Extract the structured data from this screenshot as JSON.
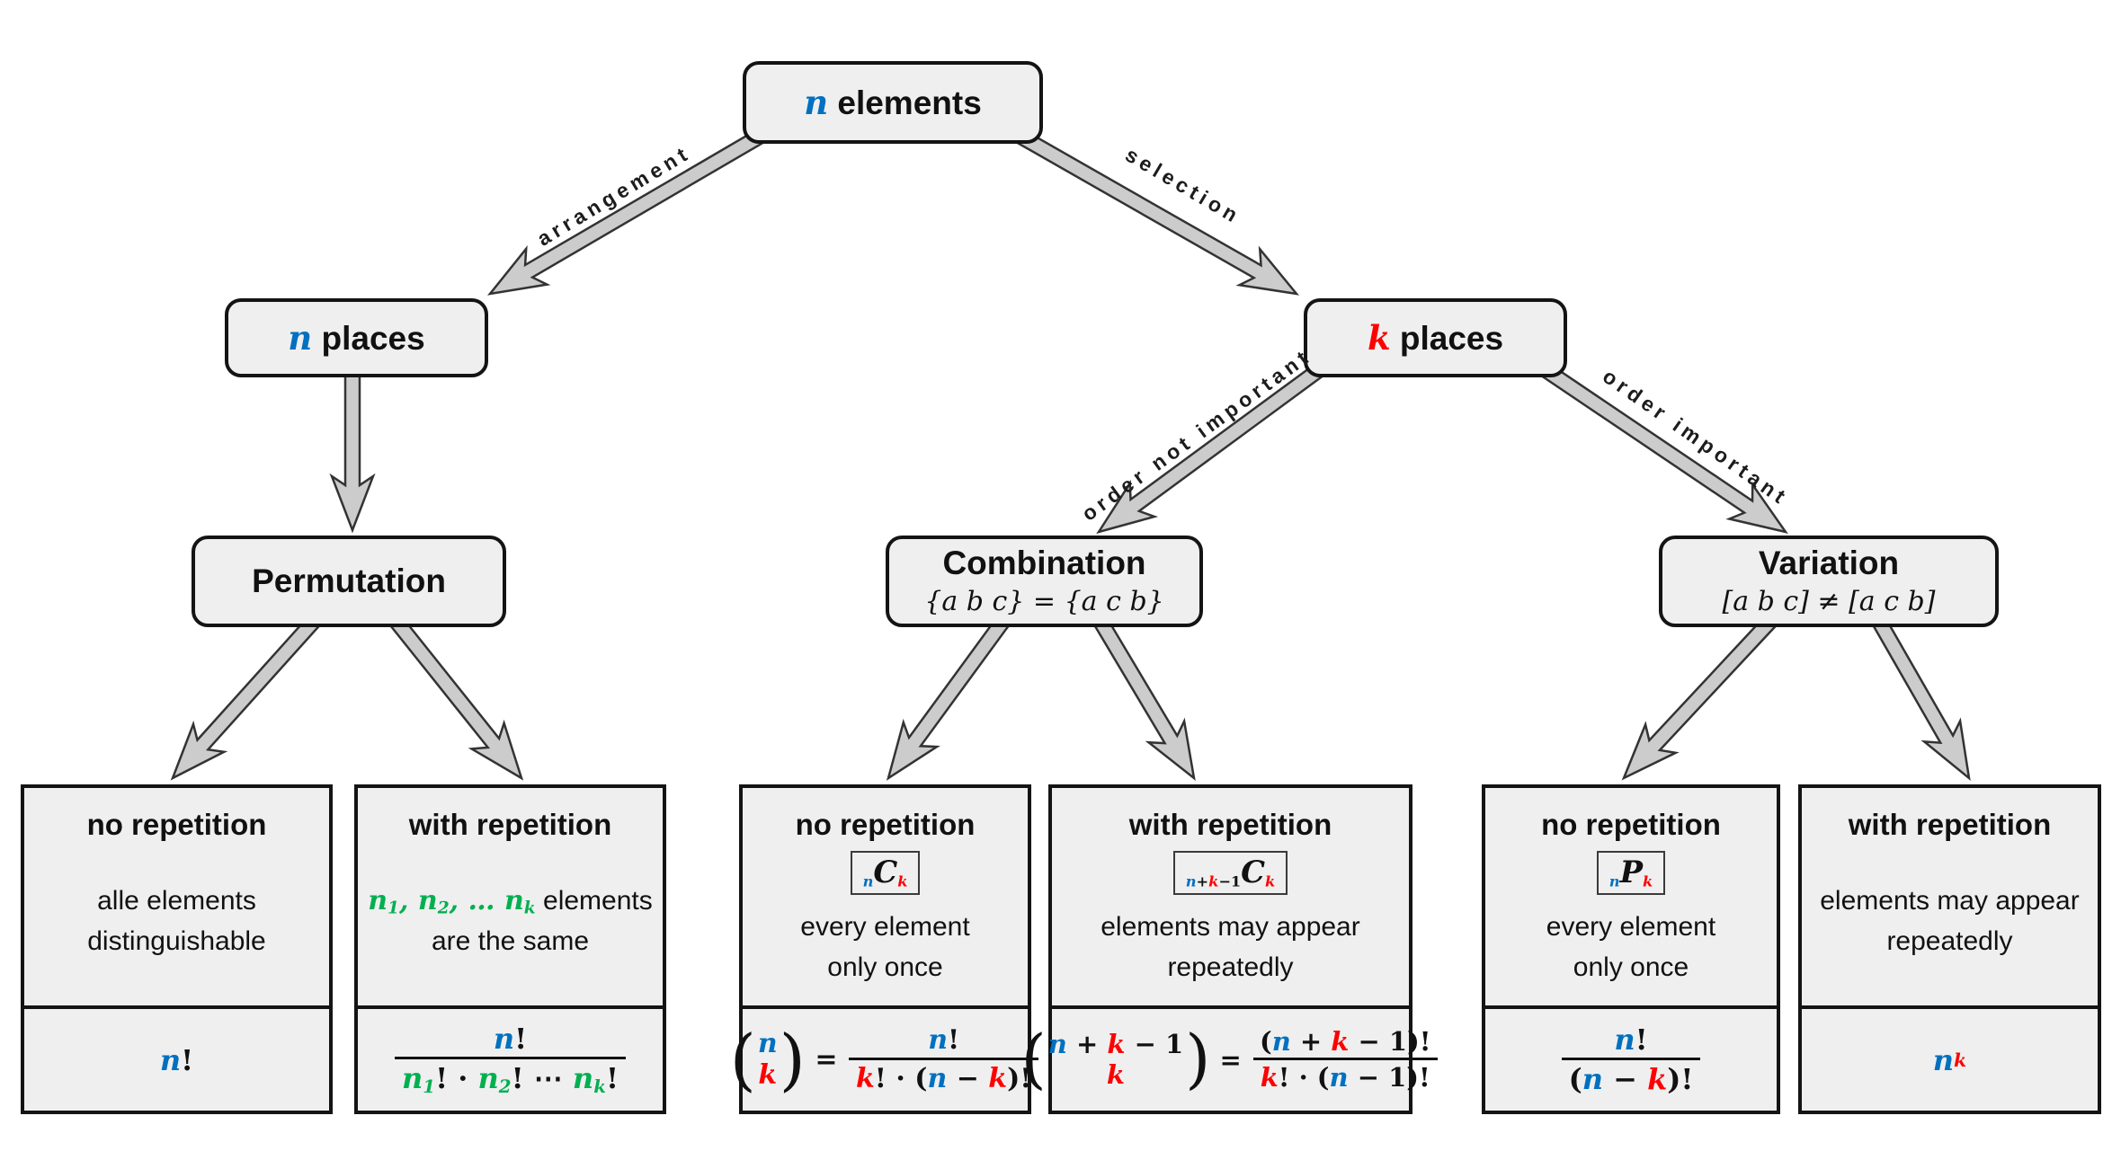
{
  "palette": {
    "blue": "#0070C0",
    "red": "#FF0000",
    "green": "#00B050",
    "box_fill": "#EFEFEF",
    "line": "#141414",
    "arrow_fill": "#CCCCCC",
    "arrow_outline": "#333333"
  },
  "nodes": {
    "n_elements": {
      "label": [
        [
          "n",
          "n"
        ],
        [
          " elements",
          "txt"
        ]
      ]
    },
    "n_places": {
      "label": [
        [
          "n",
          "n"
        ],
        [
          " places",
          "txt"
        ]
      ]
    },
    "k_places": {
      "label": [
        [
          "k",
          "k"
        ],
        [
          " places",
          "txt"
        ]
      ]
    },
    "permutation": {
      "title": "Permutation"
    },
    "combination": {
      "title": "Combination",
      "subtitle": "{a b c} = {a c b}"
    },
    "variation": {
      "title": "Variation",
      "subtitle": "[a b c] ≠ [a c b]"
    }
  },
  "edge_labels": {
    "arrangement": "arrangement",
    "selection": "selection",
    "order_not_important": "order not important",
    "order_important": "order important"
  },
  "boxes": [
    {
      "title": "no repetition",
      "desc": [
        [
          [
            "alle elements",
            "txt"
          ]
        ],
        [
          [
            "distinguishable",
            "txt"
          ]
        ]
      ],
      "formula": {
        "kind": "row",
        "items": [
          {
            "kind": "tok",
            "t": [
              [
                "n",
                "n"
              ],
              [
                "!",
                "op"
              ]
            ]
          }
        ]
      }
    },
    {
      "title": "with repetition",
      "desc": [
        [
          [
            "n",
            "g"
          ],
          [
            "1",
            "g sub"
          ],
          [
            ", ",
            "g"
          ],
          [
            "n",
            "g"
          ],
          [
            "2",
            "g sub"
          ],
          [
            ", … ",
            "g"
          ],
          [
            "n",
            "g"
          ],
          [
            "k",
            "g sub"
          ],
          [
            " elements",
            "txt"
          ]
        ],
        [
          [
            "are the same",
            "txt"
          ]
        ]
      ],
      "formula": {
        "kind": "row",
        "items": [
          {
            "kind": "frac",
            "num": [
              [
                "n",
                "n"
              ],
              [
                "!",
                "op"
              ]
            ],
            "den": [
              [
                "n",
                "g"
              ],
              [
                "1",
                "g sub"
              ],
              [
                "!",
                "op"
              ],
              [
                " · ",
                "op"
              ],
              [
                "n",
                "g"
              ],
              [
                "2",
                "g sub"
              ],
              [
                "!",
                "op"
              ],
              [
                " ⋯ ",
                "op"
              ],
              [
                "n",
                "g"
              ],
              [
                "k",
                "g sub"
              ],
              [
                "!",
                "op"
              ]
            ]
          }
        ]
      }
    },
    {
      "title": "no repetition",
      "badge": [
        [
          "n",
          "pre n"
        ],
        [
          "C",
          "big"
        ],
        [
          "k",
          "pre k"
        ]
      ],
      "desc": [
        [
          [
            "every element",
            "txt"
          ]
        ],
        [
          [
            "only once",
            "txt"
          ]
        ]
      ],
      "formula": {
        "kind": "row",
        "items": [
          {
            "kind": "binom",
            "lp": "(",
            "rp": ")",
            "top": [
              [
                "n",
                "n"
              ]
            ],
            "bot": [
              [
                "k",
                "k"
              ]
            ]
          },
          {
            "kind": "tok",
            "t": [
              [
                " = ",
                "op"
              ]
            ]
          },
          {
            "kind": "frac",
            "num": [
              [
                "n",
                "n"
              ],
              [
                "!",
                "op"
              ]
            ],
            "den": [
              [
                "k",
                "k"
              ],
              [
                "! · (",
                "op"
              ],
              [
                "n",
                "n"
              ],
              [
                " − ",
                "op"
              ],
              [
                "k",
                "k"
              ],
              [
                ")!",
                "op"
              ]
            ]
          }
        ]
      }
    },
    {
      "title": "with repetition",
      "badge": [
        [
          "n",
          "pre n"
        ],
        [
          "+",
          "pre op"
        ],
        [
          "k",
          "pre k"
        ],
        [
          "−1",
          "pre op"
        ],
        [
          "C",
          "big"
        ],
        [
          "k",
          "pre k"
        ]
      ],
      "desc": [
        [
          [
            "elements may appear",
            "txt"
          ]
        ],
        [
          [
            "repeatedly",
            "txt"
          ]
        ]
      ],
      "formula": {
        "kind": "row",
        "items": [
          {
            "kind": "binom",
            "lp": "(",
            "rp": ")",
            "top": [
              [
                "n",
                "n"
              ],
              [
                " + ",
                "op"
              ],
              [
                "k",
                "k"
              ],
              [
                " − 1",
                "op"
              ]
            ],
            "bot": [
              [
                "k",
                "k"
              ]
            ]
          },
          {
            "kind": "tok",
            "t": [
              [
                " = ",
                "op"
              ]
            ]
          },
          {
            "kind": "frac",
            "num": [
              [
                "(",
                "op"
              ],
              [
                "n",
                "n"
              ],
              [
                " + ",
                "op"
              ],
              [
                "k",
                "k"
              ],
              [
                " − 1)!",
                "op"
              ]
            ],
            "den": [
              [
                "k",
                "k"
              ],
              [
                "! · (",
                "op"
              ],
              [
                "n",
                "n"
              ],
              [
                " − 1)!",
                "op"
              ]
            ]
          }
        ]
      }
    },
    {
      "title": "no repetition",
      "badge": [
        [
          "n",
          "pre n"
        ],
        [
          "P",
          "big"
        ],
        [
          "k",
          "pre k"
        ]
      ],
      "desc": [
        [
          [
            "every element",
            "txt"
          ]
        ],
        [
          [
            "only once",
            "txt"
          ]
        ]
      ],
      "formula": {
        "kind": "row",
        "items": [
          {
            "kind": "frac",
            "num": [
              [
                "n",
                "n"
              ],
              [
                "!",
                "op"
              ]
            ],
            "den": [
              [
                "(",
                "op"
              ],
              [
                "n",
                "n"
              ],
              [
                " − ",
                "op"
              ],
              [
                "k",
                "k"
              ],
              [
                ")!",
                "op"
              ]
            ]
          }
        ]
      }
    },
    {
      "title": "with repetition",
      "desc": [
        [
          [
            "elements may appear",
            "txt"
          ]
        ],
        [
          [
            "repeatedly",
            "txt"
          ]
        ]
      ],
      "formula": {
        "kind": "row",
        "items": [
          {
            "kind": "tok",
            "t": [
              [
                "n",
                "n"
              ],
              [
                "k",
                "sup k"
              ]
            ]
          }
        ]
      }
    }
  ]
}
